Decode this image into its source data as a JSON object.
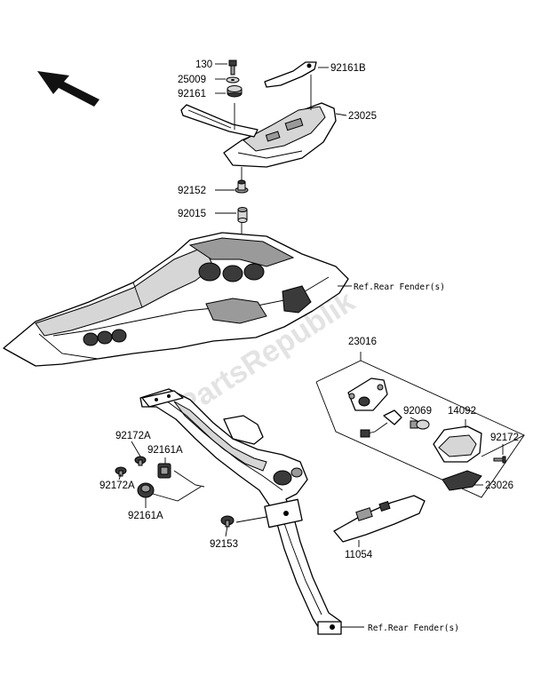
{
  "watermark": "PartsRepublik",
  "labels": {
    "p130": "130",
    "p25009": "25009",
    "p92161": "92161",
    "p92161B": "92161B",
    "p23025": "23025",
    "p92152": "92152",
    "p92015": "92015",
    "p23016": "23016",
    "p92069": "92069",
    "p14092": "14092",
    "p92172": "92172",
    "p23026": "23026",
    "p92172A_top": "92172A",
    "p92161A_top": "92161A",
    "p92172A_bot": "92172A",
    "p92161A_bot": "92161A",
    "p92153": "92153",
    "p11054": "11054"
  },
  "references": {
    "ref_upper": "Ref.Rear Fender(s)",
    "ref_lower": "Ref.Rear Fender(s)"
  },
  "icons": {
    "front_arrow": "front-direction-arrow-icon"
  }
}
